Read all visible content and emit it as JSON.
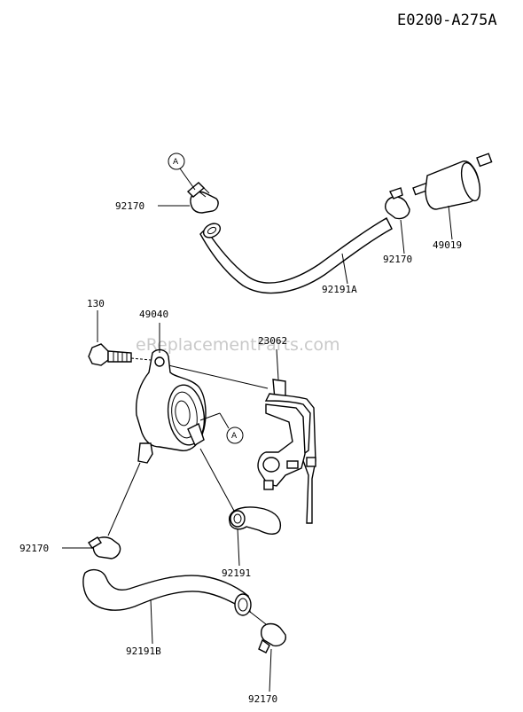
{
  "diagram_code": "E0200-A275A",
  "watermark": "eReplacementParts.com",
  "ref_marker": "A",
  "parts": {
    "clamp_top_left": "92170",
    "clamp_top_right": "92170",
    "fuel_filter": "49019",
    "hose_top": "92191A",
    "bolt": "130",
    "fuel_pump": "49040",
    "bracket": "23062",
    "clamp_left": "92170",
    "hose_short": "92191",
    "hose_bottom": "92191B",
    "clamp_bottom": "92170"
  }
}
